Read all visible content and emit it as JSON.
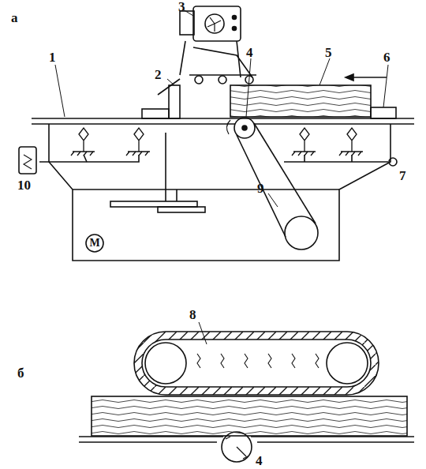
{
  "diagram": {
    "labels": [
      "а",
      "3",
      "2",
      "4",
      "5",
      "1",
      "6",
      "7",
      "10",
      "9",
      "M",
      "8",
      "б",
      "4"
    ]
  }
}
